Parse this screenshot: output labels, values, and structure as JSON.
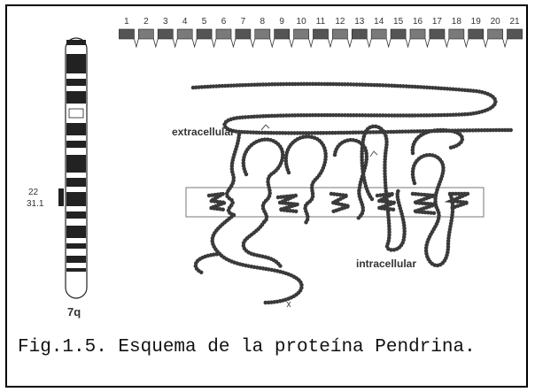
{
  "figure": {
    "exon_numbers": [
      "1",
      "2",
      "3",
      "4",
      "5",
      "6",
      "7",
      "8",
      "9",
      "10",
      "11",
      "12",
      "13",
      "14",
      "15",
      "16",
      "17",
      "18",
      "19",
      "20",
      "21"
    ],
    "chromosome": {
      "arm_label": "7q",
      "band_labels": [
        "22",
        "31.1"
      ]
    },
    "regions": {
      "extracellular": "extracellular",
      "intracellular": "intracellular"
    }
  },
  "caption": {
    "text": "Fig.1.5. Esquema de la proteína Pendrina."
  }
}
